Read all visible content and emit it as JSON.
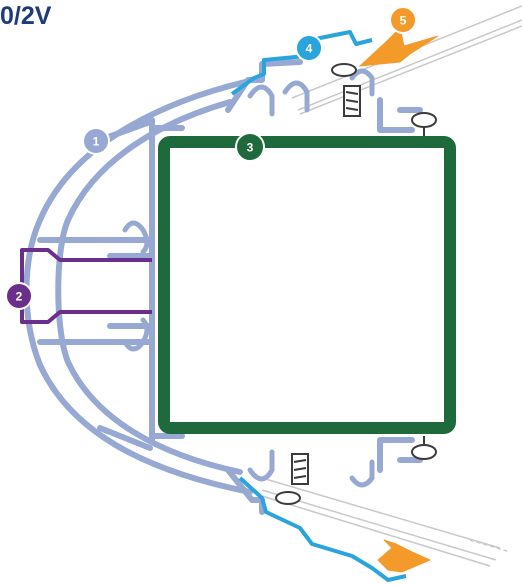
{
  "title": "0/2V",
  "colors": {
    "frame": "#97a9d3",
    "frame_outline": "#7f93c2",
    "core": "#1e6a3c",
    "insert": "#6a2f8a",
    "gasket": "#2aa4dc",
    "seal": "#f39a2b",
    "glass": "#c7c7c7",
    "screw": "#3b3b3b",
    "title": "#1f3b7a"
  },
  "callouts": [
    {
      "number": "1",
      "part": "frame",
      "color": "#97a9d3"
    },
    {
      "number": "2",
      "part": "insert",
      "color": "#6a2f8a"
    },
    {
      "number": "3",
      "part": "core",
      "color": "#1e6a3c"
    },
    {
      "number": "4",
      "part": "gasket",
      "color": "#2aa4dc"
    },
    {
      "number": "5",
      "part": "seal",
      "color": "#f39a2b"
    }
  ]
}
